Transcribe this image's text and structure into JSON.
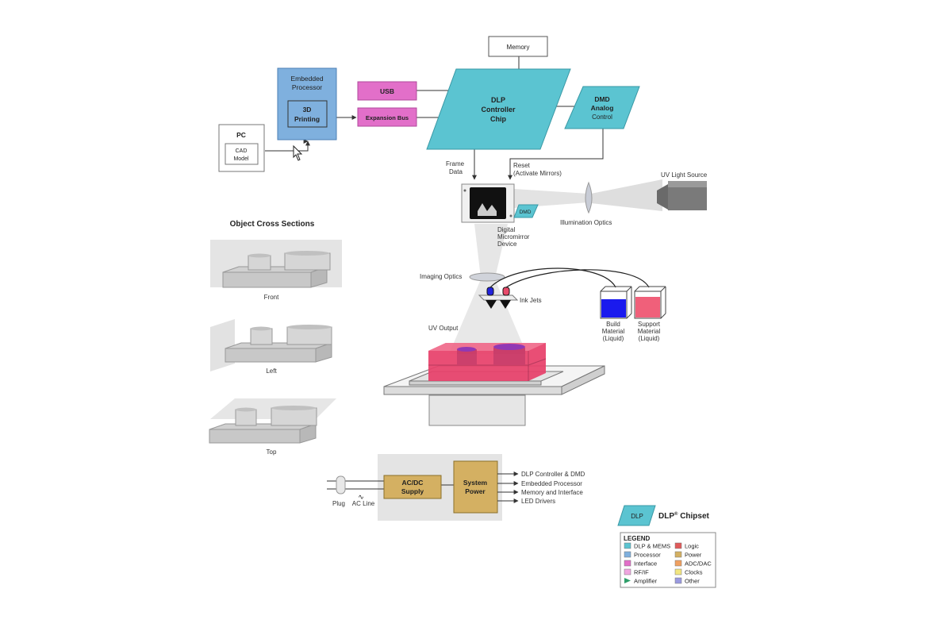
{
  "blocks": {
    "memory": "Memory",
    "embedded_processor_line1": "Embedded",
    "embedded_processor_line2": "Processor",
    "printing_line1": "3D",
    "printing_line2": "Printing",
    "pc": "PC",
    "cad_line1": "CAD",
    "cad_line2": "Model",
    "usb": "USB",
    "expansion_bus": "Expansion Bus",
    "dlp_line1": "DLP",
    "dlp_line2": "Controller",
    "dlp_line3": "Chip",
    "dmd_analog_line1": "DMD",
    "dmd_analog_line2": "Analog",
    "dmd_analog_line3": "Control",
    "ac_dc_line1": "AC/DC",
    "ac_dc_line2": "Supply",
    "system_power_line1": "System",
    "system_power_line2": "Power",
    "dmd_tag": "DMD"
  },
  "labels": {
    "frame_data_line1": "Frame",
    "frame_data_line2": "Data",
    "reset_line1": "Reset",
    "reset_line2": "(Activate Mirrors)",
    "uv_light_source": "UV Light Source",
    "illumination_optics": "Illumination Optics",
    "dmd_device_line1": "Digital",
    "dmd_device_line2": "Micromirror",
    "dmd_device_line3": "Device",
    "imaging_optics": "Imaging Optics",
    "ink_jets": "Ink Jets",
    "uv_output": "UV Output",
    "build_line1": "Build",
    "build_line2": "Material",
    "build_line3": "(Liquid)",
    "support_line1": "Support",
    "support_line2": "Material",
    "support_line3": "(Liquid)",
    "cross_sections_title": "Object Cross Sections",
    "front": "Front",
    "left": "Left",
    "top": "Top",
    "plug": "Plug",
    "ac_line": "AC Line"
  },
  "power_outputs": [
    "DLP Controller & DMD",
    "Embedded Processor",
    "Memory and Interface",
    "LED Drivers"
  ],
  "legend": {
    "chip_tag": "DLP",
    "chipset_prefix": "DLP",
    "chipset_reg": "®",
    "chipset_suffix": " Chipset",
    "title": "LEGEND",
    "items_left": [
      {
        "label": "DLP & MEMS",
        "color": "#5bc4d1"
      },
      {
        "label": "Processor",
        "color": "#7fb0de"
      },
      {
        "label": "Interface",
        "color": "#e26fc9"
      },
      {
        "label": "RF/IF",
        "color": "#f0a6e0"
      },
      {
        "label": "Amplifier",
        "color": "#2f9e6a"
      }
    ],
    "items_right": [
      {
        "label": "Logic",
        "color": "#e05a5a"
      },
      {
        "label": "Power",
        "color": "#d4b062"
      },
      {
        "label": "ADC/DAC",
        "color": "#f0a060"
      },
      {
        "label": "Clocks",
        "color": "#f2e680"
      },
      {
        "label": "Other",
        "color": "#9a9ae0"
      }
    ]
  },
  "colors": {
    "dlp_mems": "#5bc4d1",
    "processor": "#7fb0de",
    "interface": "#e26fc9",
    "power": "#d4b062",
    "build_material": "#1a1aee",
    "support_material": "#f0607a",
    "print_object": "#e8406a"
  }
}
